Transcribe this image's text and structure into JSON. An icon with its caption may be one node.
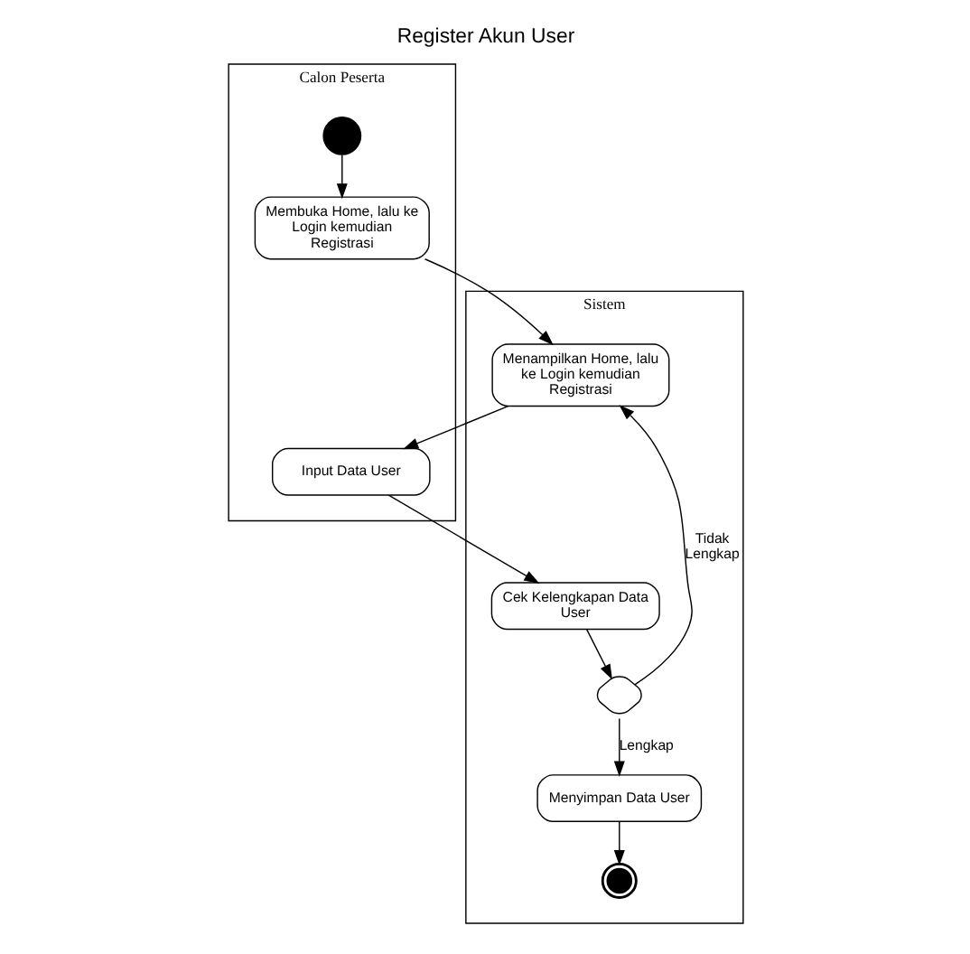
{
  "diagram": {
    "title": "Register Akun User",
    "nodes": [
      {
        "text": [
          "Calon Peserta"
        ]
      },
      {
        "text": [],
        "shape": "circle",
        "in": 0
      },
      {
        "text": [
          "Membuka Home, lalu ke Login kemudian Registrasi"
        ],
        "in": 0
      },
      {
        "text": [
          "Input Data User"
        ],
        "in": 0
      },
      {
        "text": [
          "Sistem"
        ]
      },
      {
        "text": [
          "Menampilkan Home, lalu ke Login kemudian Registrasi"
        ],
        "in": 4
      },
      {
        "text": [
          "Cek Kelengkapan Data User"
        ],
        "in": 4
      },
      {
        "text": [],
        "shape": "diamond",
        "in": 4
      },
      {
        "text": [
          "Menyimpan Data User"
        ],
        "in": 4
      },
      {
        "text": [],
        "shape": "circle",
        "in": 4
      }
    ],
    "edges": [
      {
        "from": 1,
        "to": 2,
        "arrow": "to"
      },
      {
        "from": 2,
        "to": 5,
        "arrow": "to"
      },
      {
        "from": 5,
        "to": 3,
        "arrow": "to"
      },
      {
        "from": 3,
        "to": 6,
        "arrow": "to"
      },
      {
        "from": 6,
        "to": 7,
        "arrow": "to"
      },
      {
        "from": 7,
        "to": 5,
        "arrow": "to",
        "label": "Tidak Lengkap"
      },
      {
        "from": 7,
        "to": 8,
        "arrow": "to",
        "label": "Lengkap"
      },
      {
        "from": 8,
        "to": 9,
        "arrow": "to"
      }
    ]
  }
}
